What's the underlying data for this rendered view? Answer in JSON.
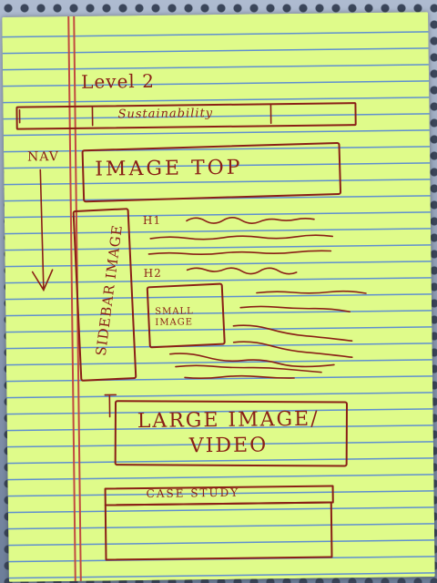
{
  "sketch": {
    "heading": "Level 2",
    "nav_bar_text": "Sustainability",
    "nav_label": "NAV",
    "image_top": "IMAGE TOP",
    "h1": "H1",
    "h2": "H2",
    "sidebar_image": "SIDEBAR IMAGE",
    "small_image": "SMALL IMAGE",
    "large_image": "LARGE IMAGE/ VIDEO",
    "case_study": "CASE STUDY"
  },
  "colors": {
    "paper": "#dffb8a",
    "rule_lines": "#5f8fcf",
    "margin_lines": "#c14a3f",
    "ink": "#8a1f16"
  }
}
